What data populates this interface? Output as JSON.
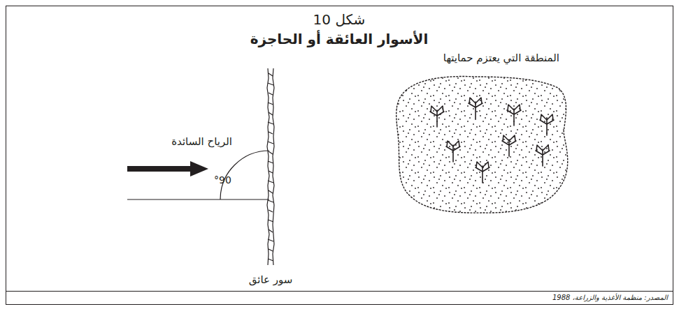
{
  "diagram": {
    "title": "شكل 10",
    "nodes": [
      {
        "text": [
          "المنطقة التي يعتزم حمايتها"
        ]
      }
    ],
    "labels": [
      "الأسوار العائقة أو الحاجزة",
      "الرياح السائدة",
      "°90",
      "سور عائق",
      "المصدر: منظمة الأغذية والزراعة، 1988"
    ]
  }
}
